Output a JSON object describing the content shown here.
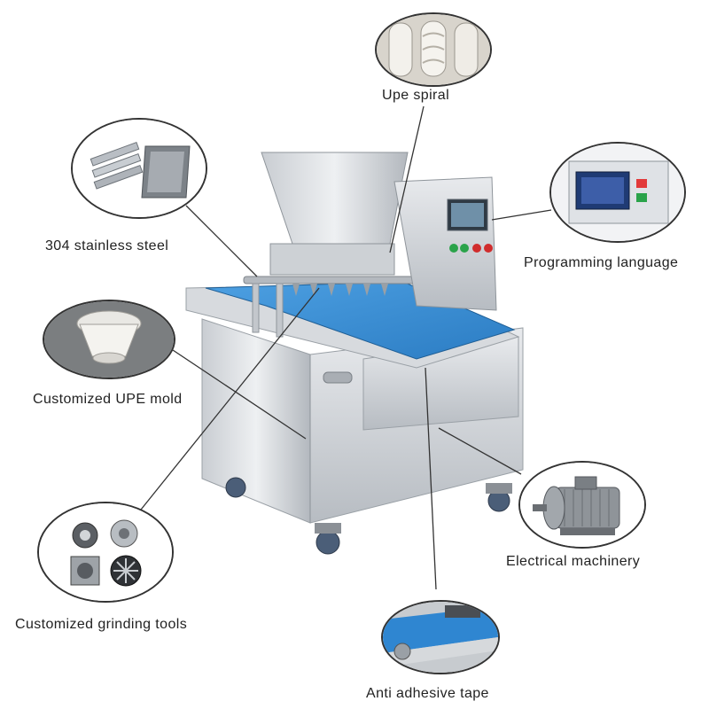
{
  "labels": {
    "upe_spiral": "Upe spiral",
    "stainless_steel": "304 stainless steel",
    "programming_language": "Programming language",
    "upe_mold": "Customized UPE mold",
    "electrical_machinery": "Electrical machinery",
    "grinding_tools": "Customized grinding tools",
    "anti_adhesive_tape": "Anti adhesive tape"
  },
  "colors": {
    "belt_blue": "#3a8fd6",
    "steel_light": "#dcdfe3",
    "steel_mid": "#b9bec4",
    "steel_dark": "#8a9096",
    "leader_line": "#333333"
  },
  "icons": [
    "upe-spiral-photo",
    "stainless-steel-photo",
    "control-panel-photo",
    "upe-mold-photo",
    "electric-motor-photo",
    "grinding-tools-photo",
    "belt-photo"
  ]
}
